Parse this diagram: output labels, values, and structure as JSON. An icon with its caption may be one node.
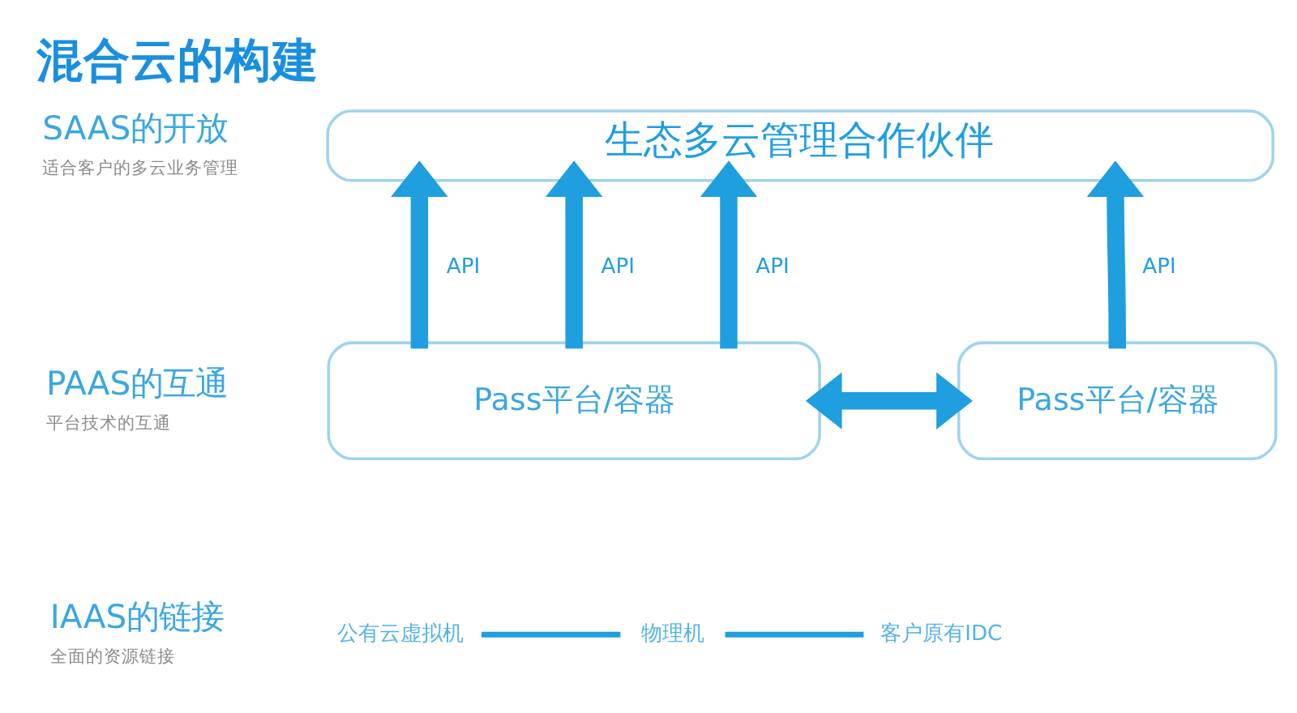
{
  "diagram": {
    "title": "混合云的构建",
    "nodes": [
      {
        "text": [
          "生态多云管理合作伙伴"
        ]
      },
      {
        "text": [
          "Pass平台/容器"
        ]
      },
      {
        "text": [
          "Pass平台/容器"
        ]
      },
      {
        "text": [
          "公有云虚拟机"
        ]
      },
      {
        "text": [
          "物理机"
        ]
      },
      {
        "text": [
          "客户原有IDC"
        ]
      }
    ],
    "edges": [
      {
        "from": 1,
        "to": 0,
        "arrow": "to",
        "label": "API"
      },
      {
        "from": 1,
        "to": 0,
        "arrow": "to",
        "label": "API"
      },
      {
        "from": 1,
        "to": 0,
        "arrow": "to",
        "label": "API"
      },
      {
        "from": 2,
        "to": 0,
        "arrow": "to",
        "label": "API"
      },
      {
        "from": 1,
        "to": 2,
        "arrow": "both"
      },
      {
        "from": 3,
        "to": 4,
        "arrow": "none"
      },
      {
        "from": 4,
        "to": 5,
        "arrow": "none"
      }
    ],
    "labels": [
      "SAAS的开放",
      "适合客户的多云业务管理",
      "PAAS的互通",
      "平台技术的互通",
      "IAAS的链接",
      "全面的资源链接"
    ]
  }
}
